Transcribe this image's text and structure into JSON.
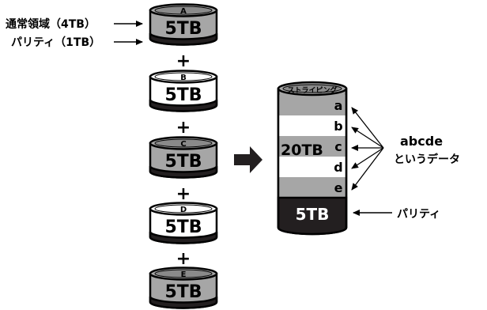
{
  "labels": {
    "normal_area": "通常領域（4TB）",
    "parity_left": "パリティ（1TB）",
    "stripe_header": "ストライピング",
    "merged_size": "20TB",
    "parity_size": "5TB",
    "data_line1": "abcde",
    "data_line2": "というデータ",
    "parity_right": "パリティ"
  },
  "plus": "+",
  "disks": [
    {
      "id": "A",
      "size": "5TB",
      "style": "gray"
    },
    {
      "id": "B",
      "size": "5TB",
      "style": "white"
    },
    {
      "id": "C",
      "size": "5TB",
      "style": "gray"
    },
    {
      "id": "D",
      "size": "5TB",
      "style": "white"
    },
    {
      "id": "E",
      "size": "5TB",
      "style": "gray"
    }
  ],
  "stripes": [
    {
      "letter": "a",
      "fill": "gray"
    },
    {
      "letter": "b",
      "fill": "white"
    },
    {
      "letter": "c",
      "fill": "gray"
    },
    {
      "letter": "d",
      "fill": "white"
    },
    {
      "letter": "e",
      "fill": "gray"
    }
  ],
  "colors": {
    "gray": "#a6a6a6",
    "white": "#ffffff",
    "black": "#231f20"
  }
}
